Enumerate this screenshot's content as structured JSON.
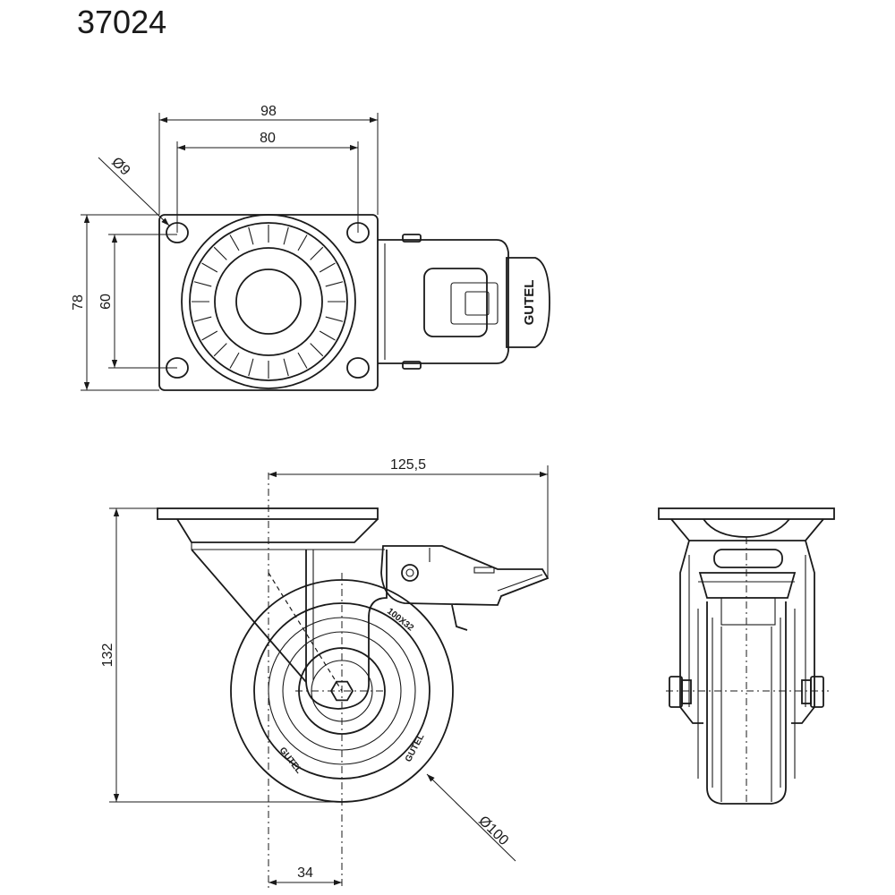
{
  "title": "37024",
  "dimensions": {
    "plate_width": "98",
    "hole_spacing_x": "80",
    "hole_diameter": "Ø9",
    "plate_depth": "78",
    "hole_spacing_y": "60",
    "offset_length": "125,5",
    "height": "132",
    "wheel_diameter": "Ø100",
    "swivel_offset": "34"
  },
  "markings": {
    "brand": "GUTEL",
    "wheel_size": "100X32"
  }
}
